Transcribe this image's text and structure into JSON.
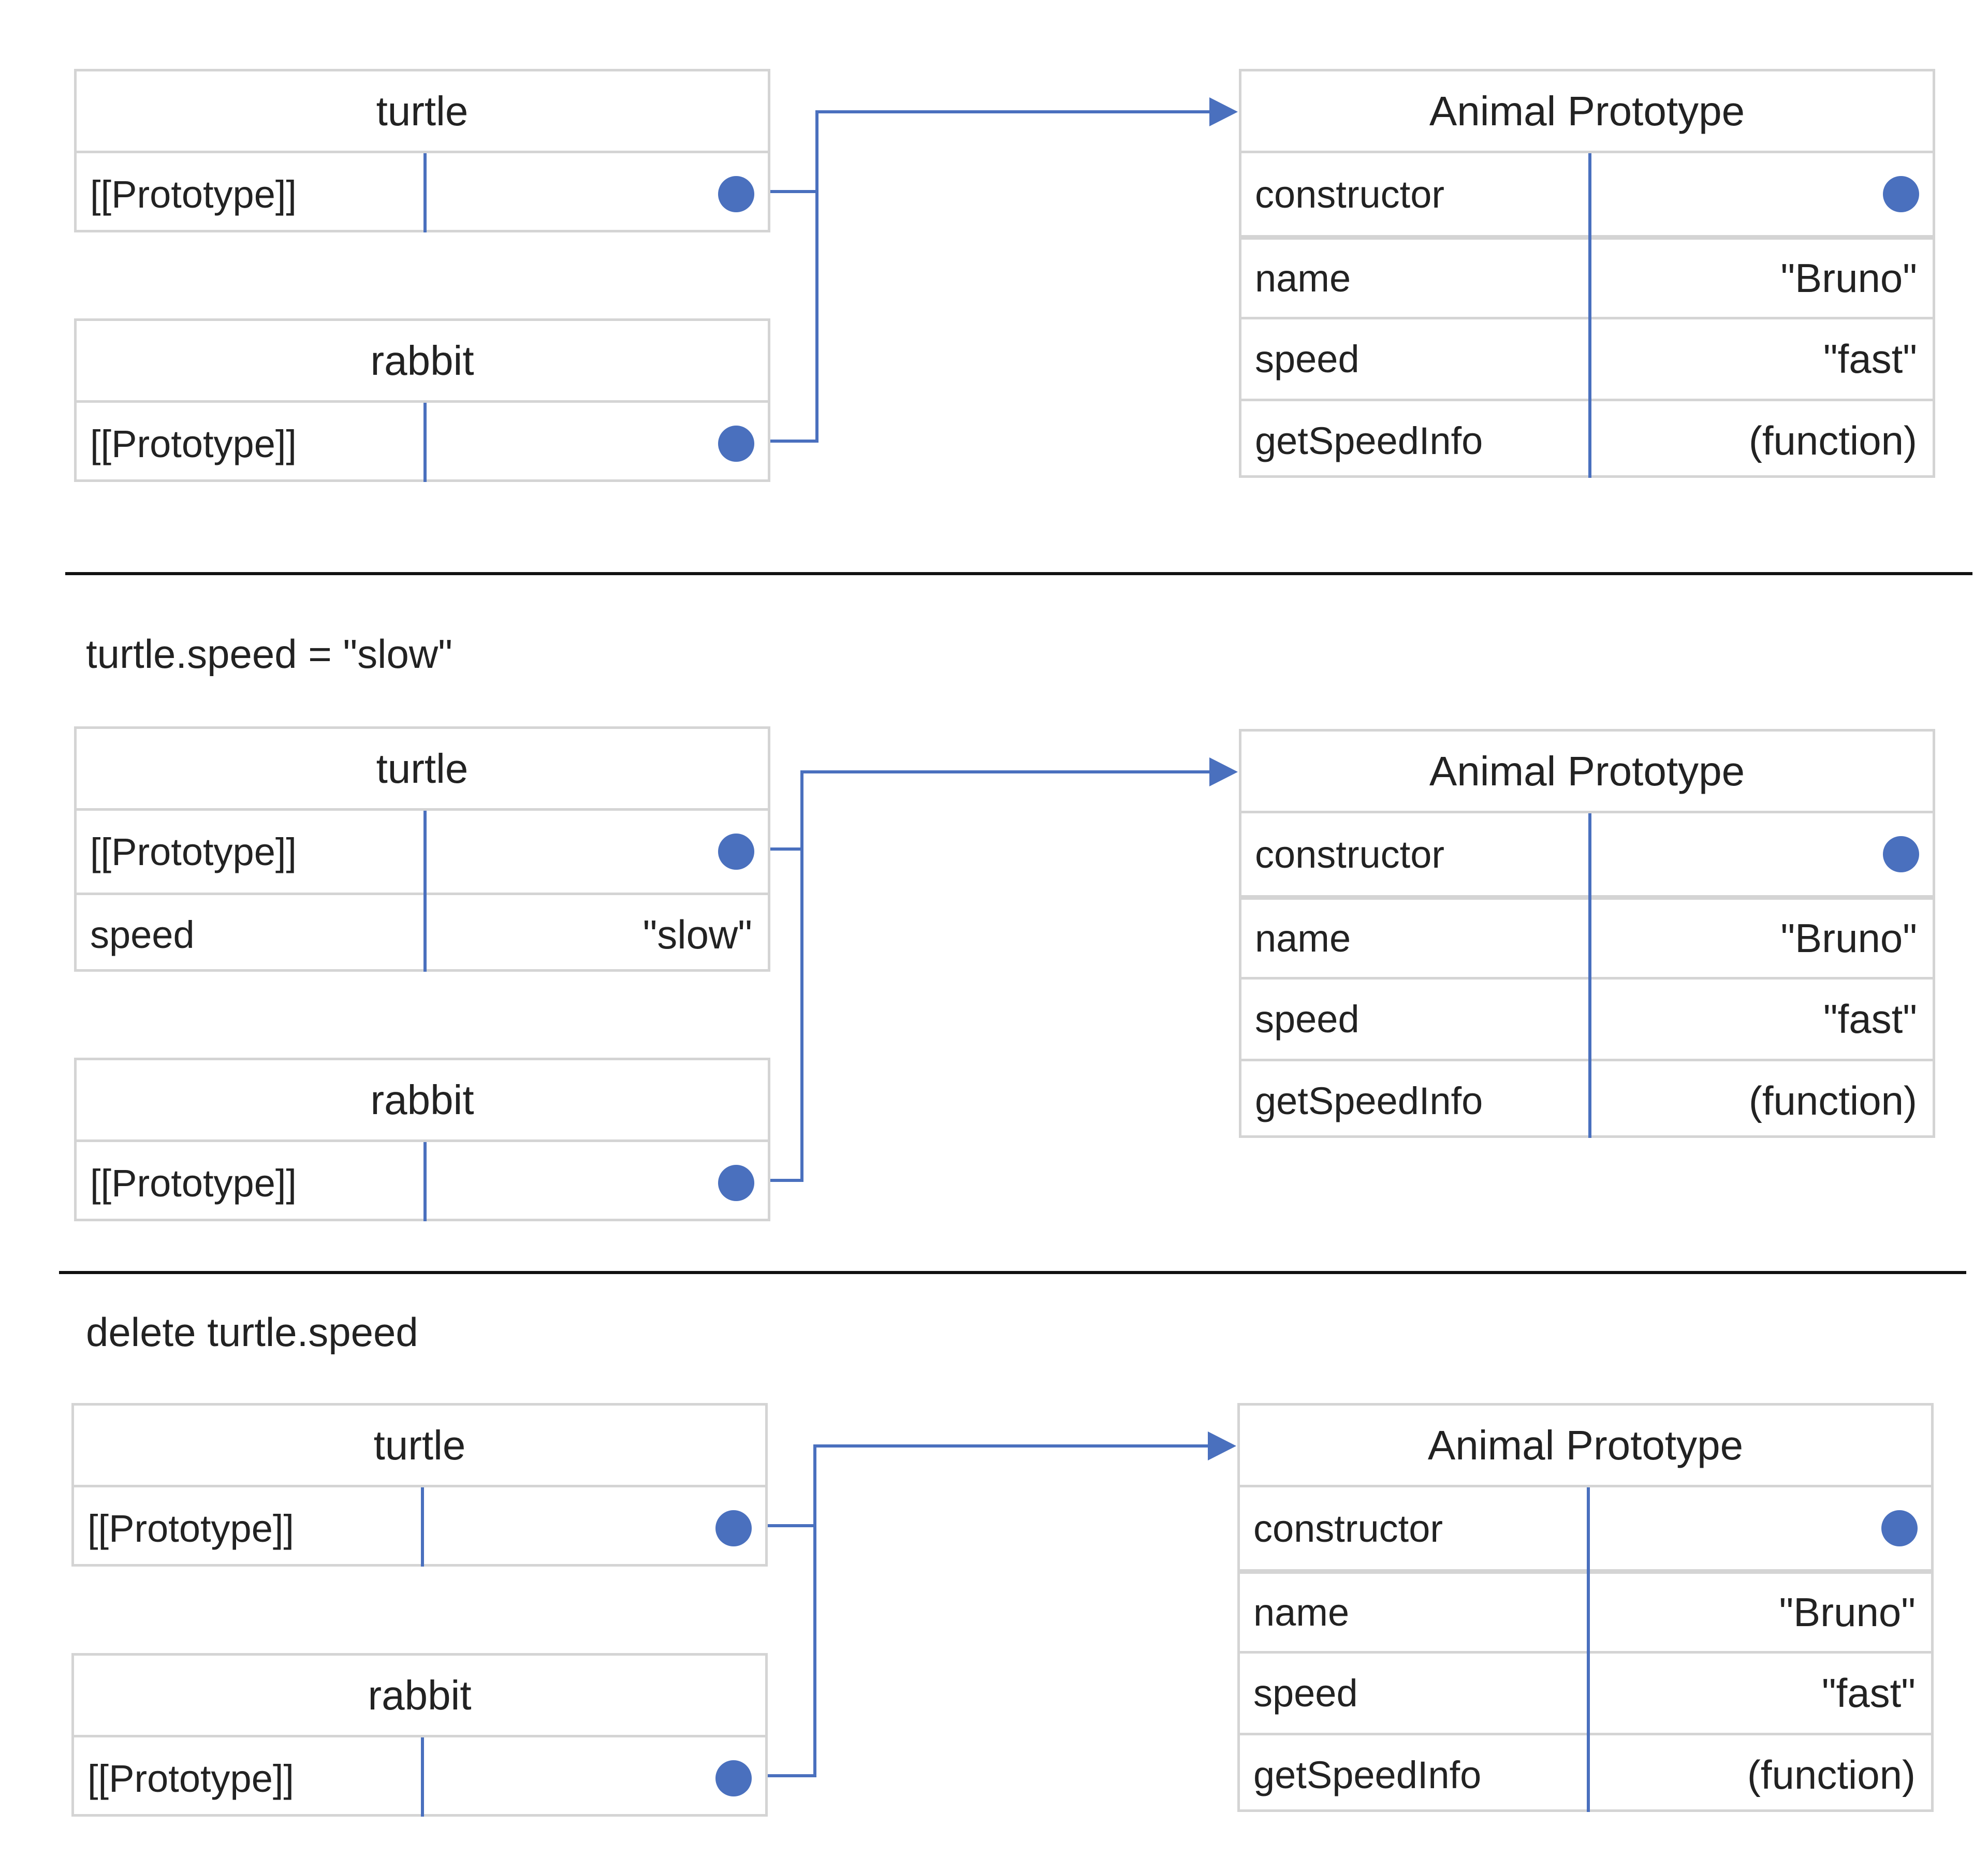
{
  "colors": {
    "connector": "#4a70be",
    "pointer_dot": "#4a70be",
    "box_border": "#d4d4d4",
    "divider_line": "#111111",
    "text": "#222222"
  },
  "panels": [
    {
      "caption": "",
      "objects": [
        {
          "title": "turtle",
          "rows": [
            {
              "key": "[[Prototype]]",
              "value": "",
              "pointer": true
            }
          ]
        },
        {
          "title": "rabbit",
          "rows": [
            {
              "key": "[[Prototype]]",
              "value": "",
              "pointer": true
            }
          ]
        }
      ],
      "prototype": {
        "title": "Animal Prototype",
        "rows": [
          {
            "key": "constructor",
            "value": "",
            "pointer": true
          },
          {
            "key": "name",
            "value": "\"Bruno\"",
            "pointer": false
          },
          {
            "key": "speed",
            "value": "\"fast\"",
            "pointer": false
          },
          {
            "key": "getSpeedInfo",
            "value": "(function)",
            "pointer": false
          }
        ]
      }
    },
    {
      "caption": "turtle.speed = \"slow\"",
      "objects": [
        {
          "title": "turtle",
          "rows": [
            {
              "key": "[[Prototype]]",
              "value": "",
              "pointer": true
            },
            {
              "key": "speed",
              "value": "\"slow\"",
              "pointer": false
            }
          ]
        },
        {
          "title": "rabbit",
          "rows": [
            {
              "key": "[[Prototype]]",
              "value": "",
              "pointer": true
            }
          ]
        }
      ],
      "prototype": {
        "title": "Animal Prototype",
        "rows": [
          {
            "key": "constructor",
            "value": "",
            "pointer": true
          },
          {
            "key": "name",
            "value": "\"Bruno\"",
            "pointer": false
          },
          {
            "key": "speed",
            "value": "\"fast\"",
            "pointer": false
          },
          {
            "key": "getSpeedInfo",
            "value": "(function)",
            "pointer": false
          }
        ]
      }
    },
    {
      "caption": "delete turtle.speed",
      "objects": [
        {
          "title": "turtle",
          "rows": [
            {
              "key": "[[Prototype]]",
              "value": "",
              "pointer": true
            }
          ]
        },
        {
          "title": "rabbit",
          "rows": [
            {
              "key": "[[Prototype]]",
              "value": "",
              "pointer": true
            }
          ]
        }
      ],
      "prototype": {
        "title": "Animal Prototype",
        "rows": [
          {
            "key": "constructor",
            "value": "",
            "pointer": true
          },
          {
            "key": "name",
            "value": "\"Bruno\"",
            "pointer": false
          },
          {
            "key": "speed",
            "value": "\"fast\"",
            "pointer": false
          },
          {
            "key": "getSpeedInfo",
            "value": "(function)",
            "pointer": false
          }
        ]
      }
    }
  ]
}
